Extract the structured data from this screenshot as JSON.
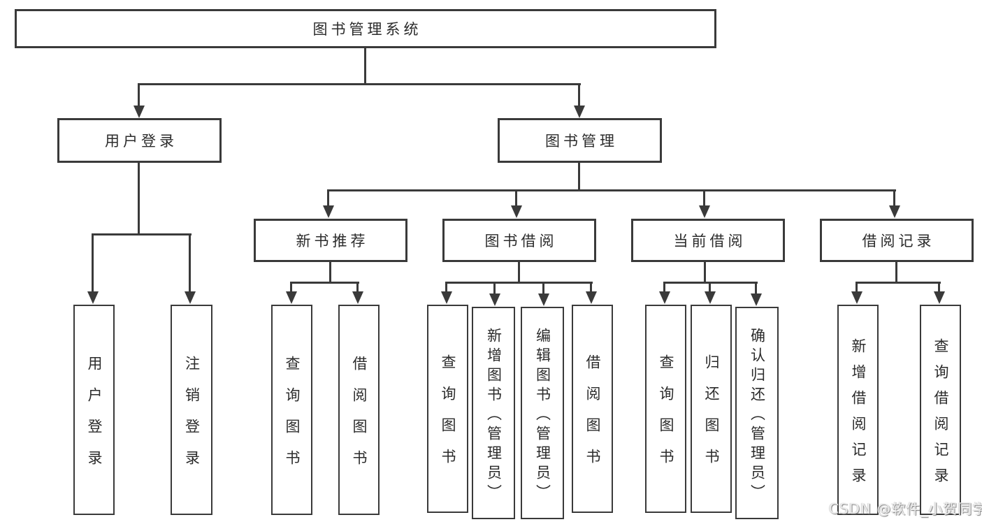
{
  "diagram": {
    "type": "tree",
    "title": "图书管理系统",
    "root": {
      "label": "图书管理系统",
      "children": [
        {
          "label": "用户登录",
          "children": [
            {
              "label": "用户登录"
            },
            {
              "label": "注销登录"
            }
          ]
        },
        {
          "label": "图书管理",
          "children": [
            {
              "label": "新书推荐",
              "children": [
                {
                  "label": "查询图书"
                },
                {
                  "label": "借阅图书"
                }
              ]
            },
            {
              "label": "图书借阅",
              "children": [
                {
                  "label": "查询图书"
                },
                {
                  "label": "新增图书（管理员）"
                },
                {
                  "label": "编辑图书（管理员）"
                },
                {
                  "label": "借阅图书"
                }
              ]
            },
            {
              "label": "当前借阅",
              "children": [
                {
                  "label": "查询图书"
                },
                {
                  "label": "归还图书"
                },
                {
                  "label": "确认归还（管理员）"
                }
              ]
            },
            {
              "label": "借阅记录",
              "children": [
                {
                  "label": "新增借阅记录"
                },
                {
                  "label": "查询借阅记录"
                }
              ]
            }
          ]
        }
      ]
    },
    "watermark": "CSDN @软件_小贺同学",
    "colors": {
      "line": "#3a3a3a",
      "border": "#3a3a3a",
      "background": "#ffffff",
      "text": "#2b2b2b",
      "watermark": "#eeeeee"
    }
  }
}
